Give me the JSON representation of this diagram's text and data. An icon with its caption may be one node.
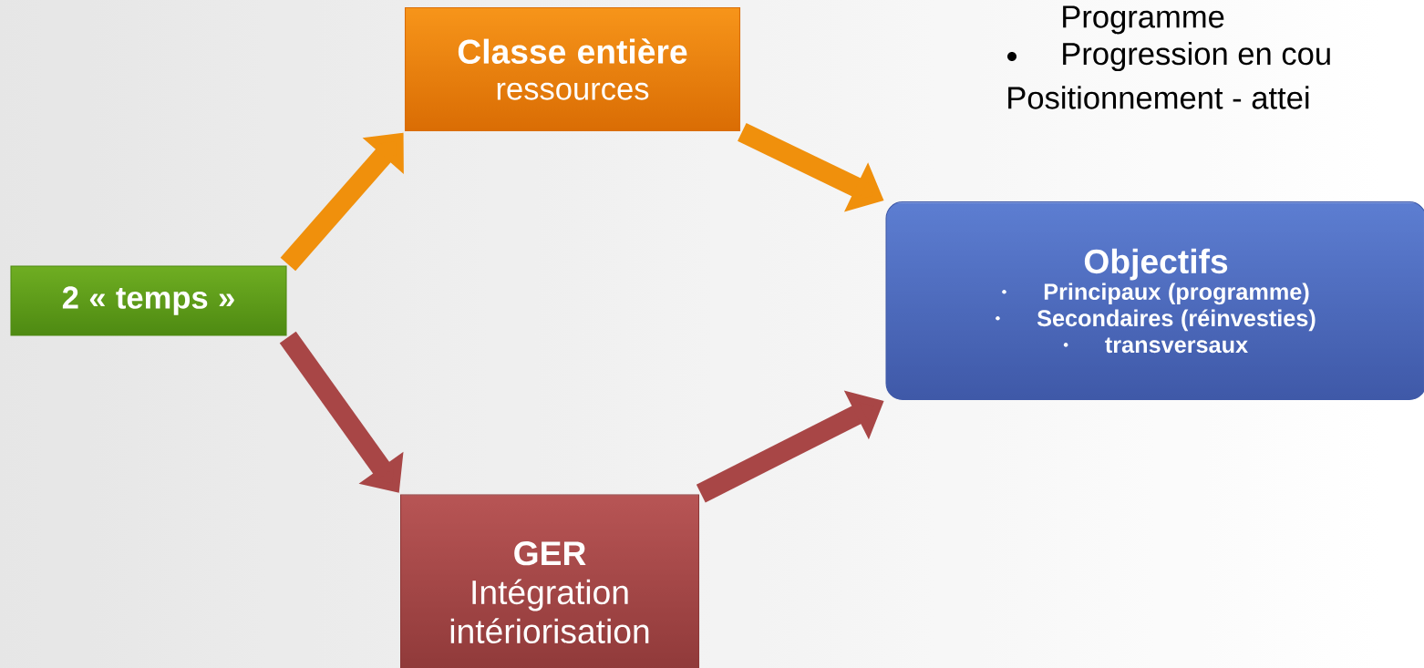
{
  "diagram": {
    "nodes": [
      {
        "text": [
          "2 « temps »"
        ]
      },
      {
        "text": [
          "Classe entière",
          "ressources"
        ]
      },
      {
        "text": [
          "GER",
          "Intégration intériorisation"
        ]
      },
      {
        "text": [
          "Objectifs",
          "Principaux (programme)",
          "Secondaires (réinvesties)",
          "transversaux"
        ]
      }
    ],
    "edges": [
      {
        "from": 0,
        "to": 1,
        "arrow": "to",
        "color": "#f0900c"
      },
      {
        "from": 1,
        "to": 3,
        "arrow": "to",
        "color": "#f0900c"
      },
      {
        "from": 0,
        "to": 2,
        "arrow": "to",
        "color": "#a84646"
      },
      {
        "from": 2,
        "to": 3,
        "arrow": "to",
        "color": "#a84646"
      }
    ],
    "labels": [
      "Programme",
      "Progression en cou",
      "Positionnement - attei"
    ]
  }
}
